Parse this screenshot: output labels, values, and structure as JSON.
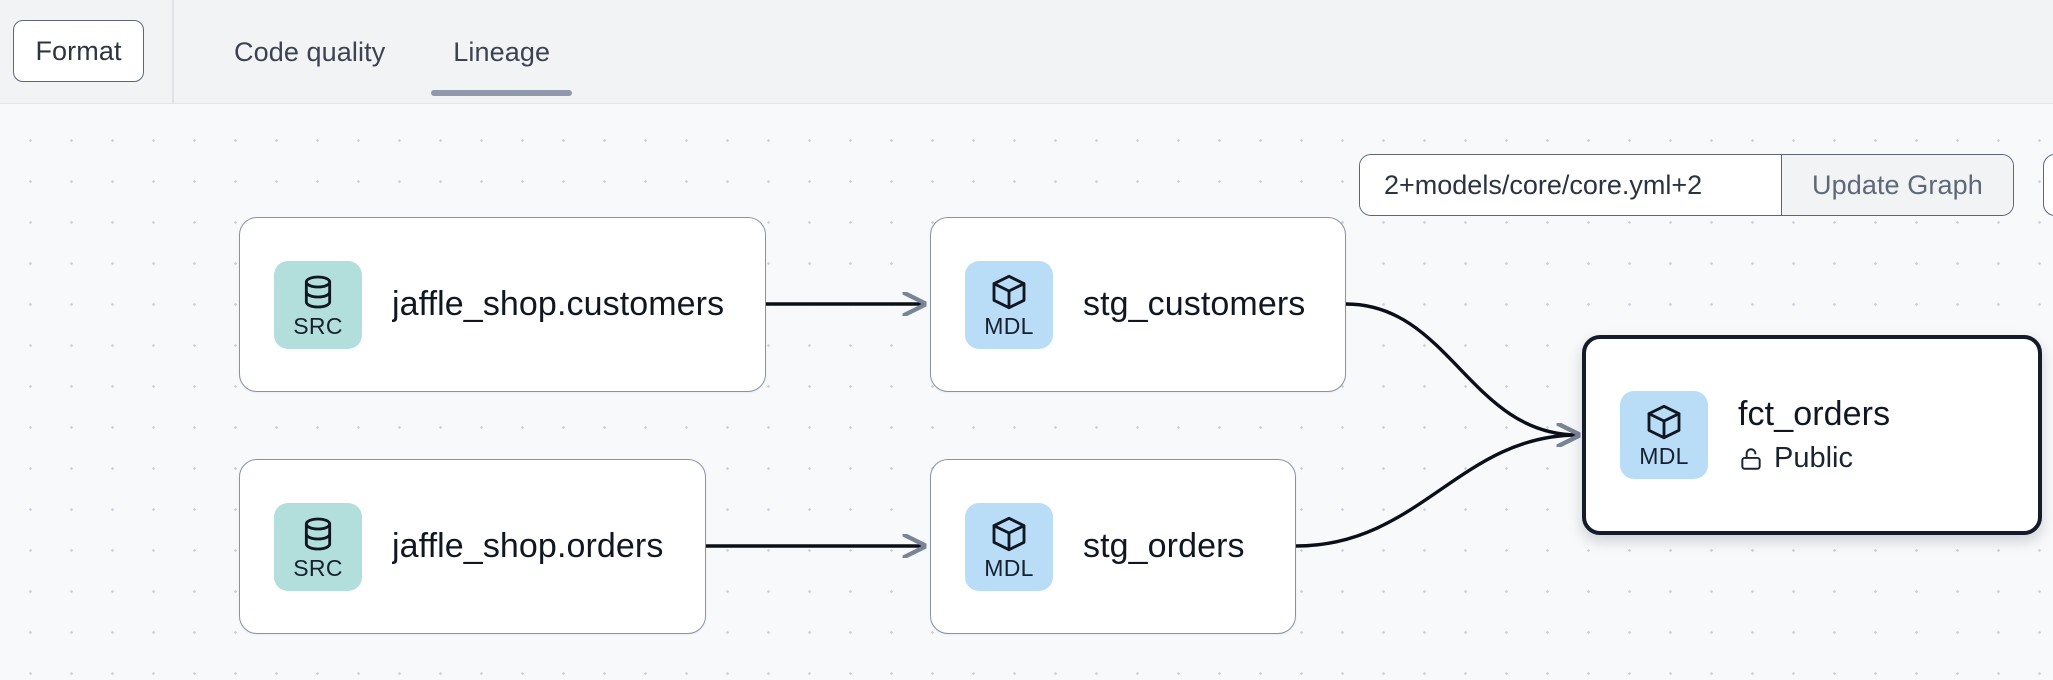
{
  "topbar": {
    "format_button": "Format",
    "tabs": [
      {
        "label": "Code quality",
        "active": false
      },
      {
        "label": "Lineage",
        "active": true
      }
    ]
  },
  "graph_toolbar": {
    "selector_value": "2+models/core/core.yml+2",
    "selector_placeholder": "2+models/core/core.yml+2",
    "update_button": "Update Graph"
  },
  "lineage": {
    "nodes": [
      {
        "id": "jaffle_shop_customers",
        "title": "jaffle_shop.customers",
        "badge": "SRC",
        "badge_icon": "database-icon",
        "badge_color": "#b2dfdb",
        "selected": false,
        "subtitle": null
      },
      {
        "id": "jaffle_shop_orders",
        "title": "jaffle_shop.orders",
        "badge": "SRC",
        "badge_icon": "database-icon",
        "badge_color": "#b2dfdb",
        "selected": false,
        "subtitle": null
      },
      {
        "id": "stg_customers",
        "title": "stg_customers",
        "badge": "MDL",
        "badge_icon": "cube-icon",
        "badge_color": "#b9ddf7",
        "selected": false,
        "subtitle": null
      },
      {
        "id": "stg_orders",
        "title": "stg_orders",
        "badge": "MDL",
        "badge_icon": "cube-icon",
        "badge_color": "#b9ddf7",
        "selected": false,
        "subtitle": null
      },
      {
        "id": "fct_orders",
        "title": "fct_orders",
        "badge": "MDL",
        "badge_icon": "cube-icon",
        "badge_color": "#b9ddf7",
        "selected": true,
        "subtitle": "Public",
        "subtitle_icon": "unlock-icon"
      }
    ],
    "edges": [
      {
        "from": "jaffle_shop_customers",
        "to": "stg_customers",
        "style": "straight"
      },
      {
        "from": "jaffle_shop_orders",
        "to": "stg_orders",
        "style": "straight"
      },
      {
        "from": "stg_customers",
        "to": "fct_orders",
        "style": "curve"
      },
      {
        "from": "stg_orders",
        "to": "fct_orders",
        "style": "curve"
      }
    ],
    "edge_color": "#0b0f18",
    "canvas_background": "#f7f9fb"
  }
}
